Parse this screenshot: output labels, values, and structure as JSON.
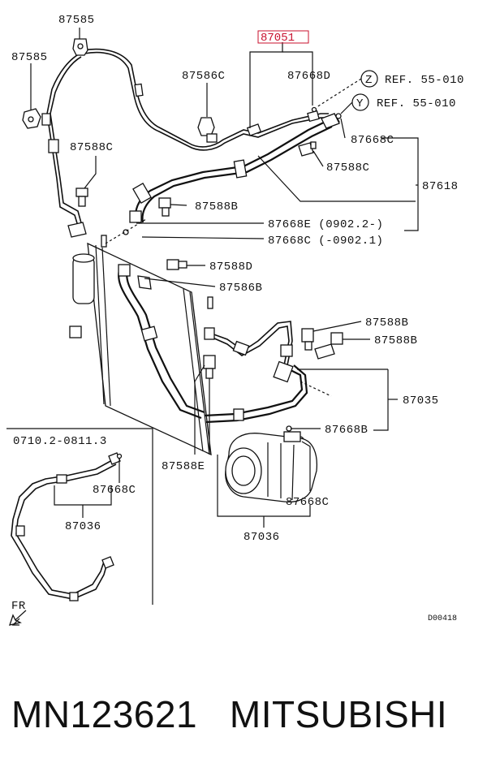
{
  "diagram": {
    "part_labels": {
      "p87585_top": "87585",
      "p87585_left": "87585",
      "p87051": "87051",
      "p87586C": "87586C",
      "p87668D": "87668D",
      "ref_z": "REF. 55-010",
      "ref_y": "REF. 55-010",
      "marker_z": "Z",
      "marker_y": "Y",
      "p87668C_a": "87668C",
      "p87588C_left": "87588C",
      "p87588C_right": "87588C",
      "p87618": "87618",
      "p87588B_a": "87588B",
      "p87668E": "87668E (0902.2-)",
      "p87668C_b": "87668C (-0902.1)",
      "p87588D": "87588D",
      "p87586B": "87586B",
      "p87588B_b": "87588B",
      "p87588B_c": "87588B",
      "p87035": "87035",
      "p87668B": "87668B",
      "inset_range": "0710.2-0811.3",
      "p87668C_inset": "87668C",
      "p87036_inset": "87036",
      "p87588E": "87588E",
      "p87668C_c": "87668C",
      "p87036": "87036",
      "fr": "FR",
      "drawing_code": "D00418"
    }
  },
  "caption": {
    "part_number": "MN123621",
    "brand": "MITSUBISHI"
  },
  "colors": {
    "highlight": "#c8102e",
    "line": "#111111"
  }
}
